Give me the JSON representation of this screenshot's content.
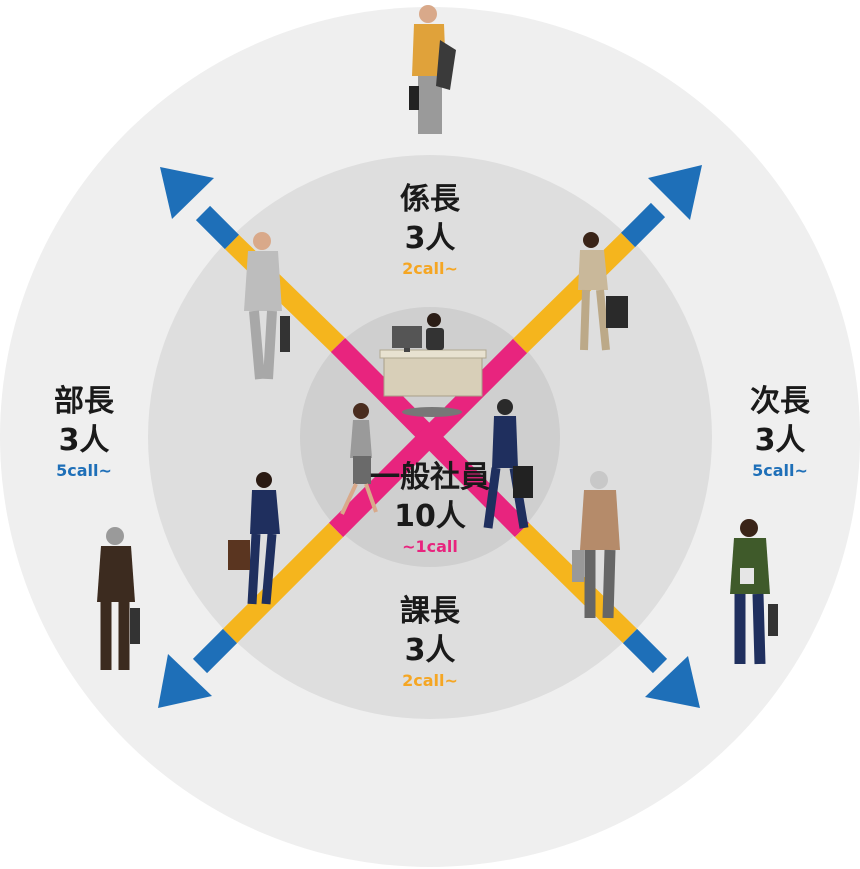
{
  "colors": {
    "outer_ring": "#efefef",
    "middle_ring": "#dedede",
    "inner_ring": "#cfcfcf",
    "arrow_inner": "#e8247e",
    "arrow_middle": "#f5b51d",
    "arrow_outer": "#1e6fb8",
    "call_blue": "#1e6fb8",
    "call_orange": "#f5a623",
    "call_pink": "#e8247e"
  },
  "center": {
    "title": "一般社員",
    "count": "10人",
    "call": "~1call"
  },
  "top": {
    "title": "係長",
    "count": "3人",
    "call": "2call~"
  },
  "bottom": {
    "title": "課長",
    "count": "3人",
    "call": "2call~"
  },
  "left": {
    "title": "部長",
    "count": "3人",
    "call": "5call~"
  },
  "right": {
    "title": "次長",
    "count": "3人",
    "call": "5call~"
  }
}
